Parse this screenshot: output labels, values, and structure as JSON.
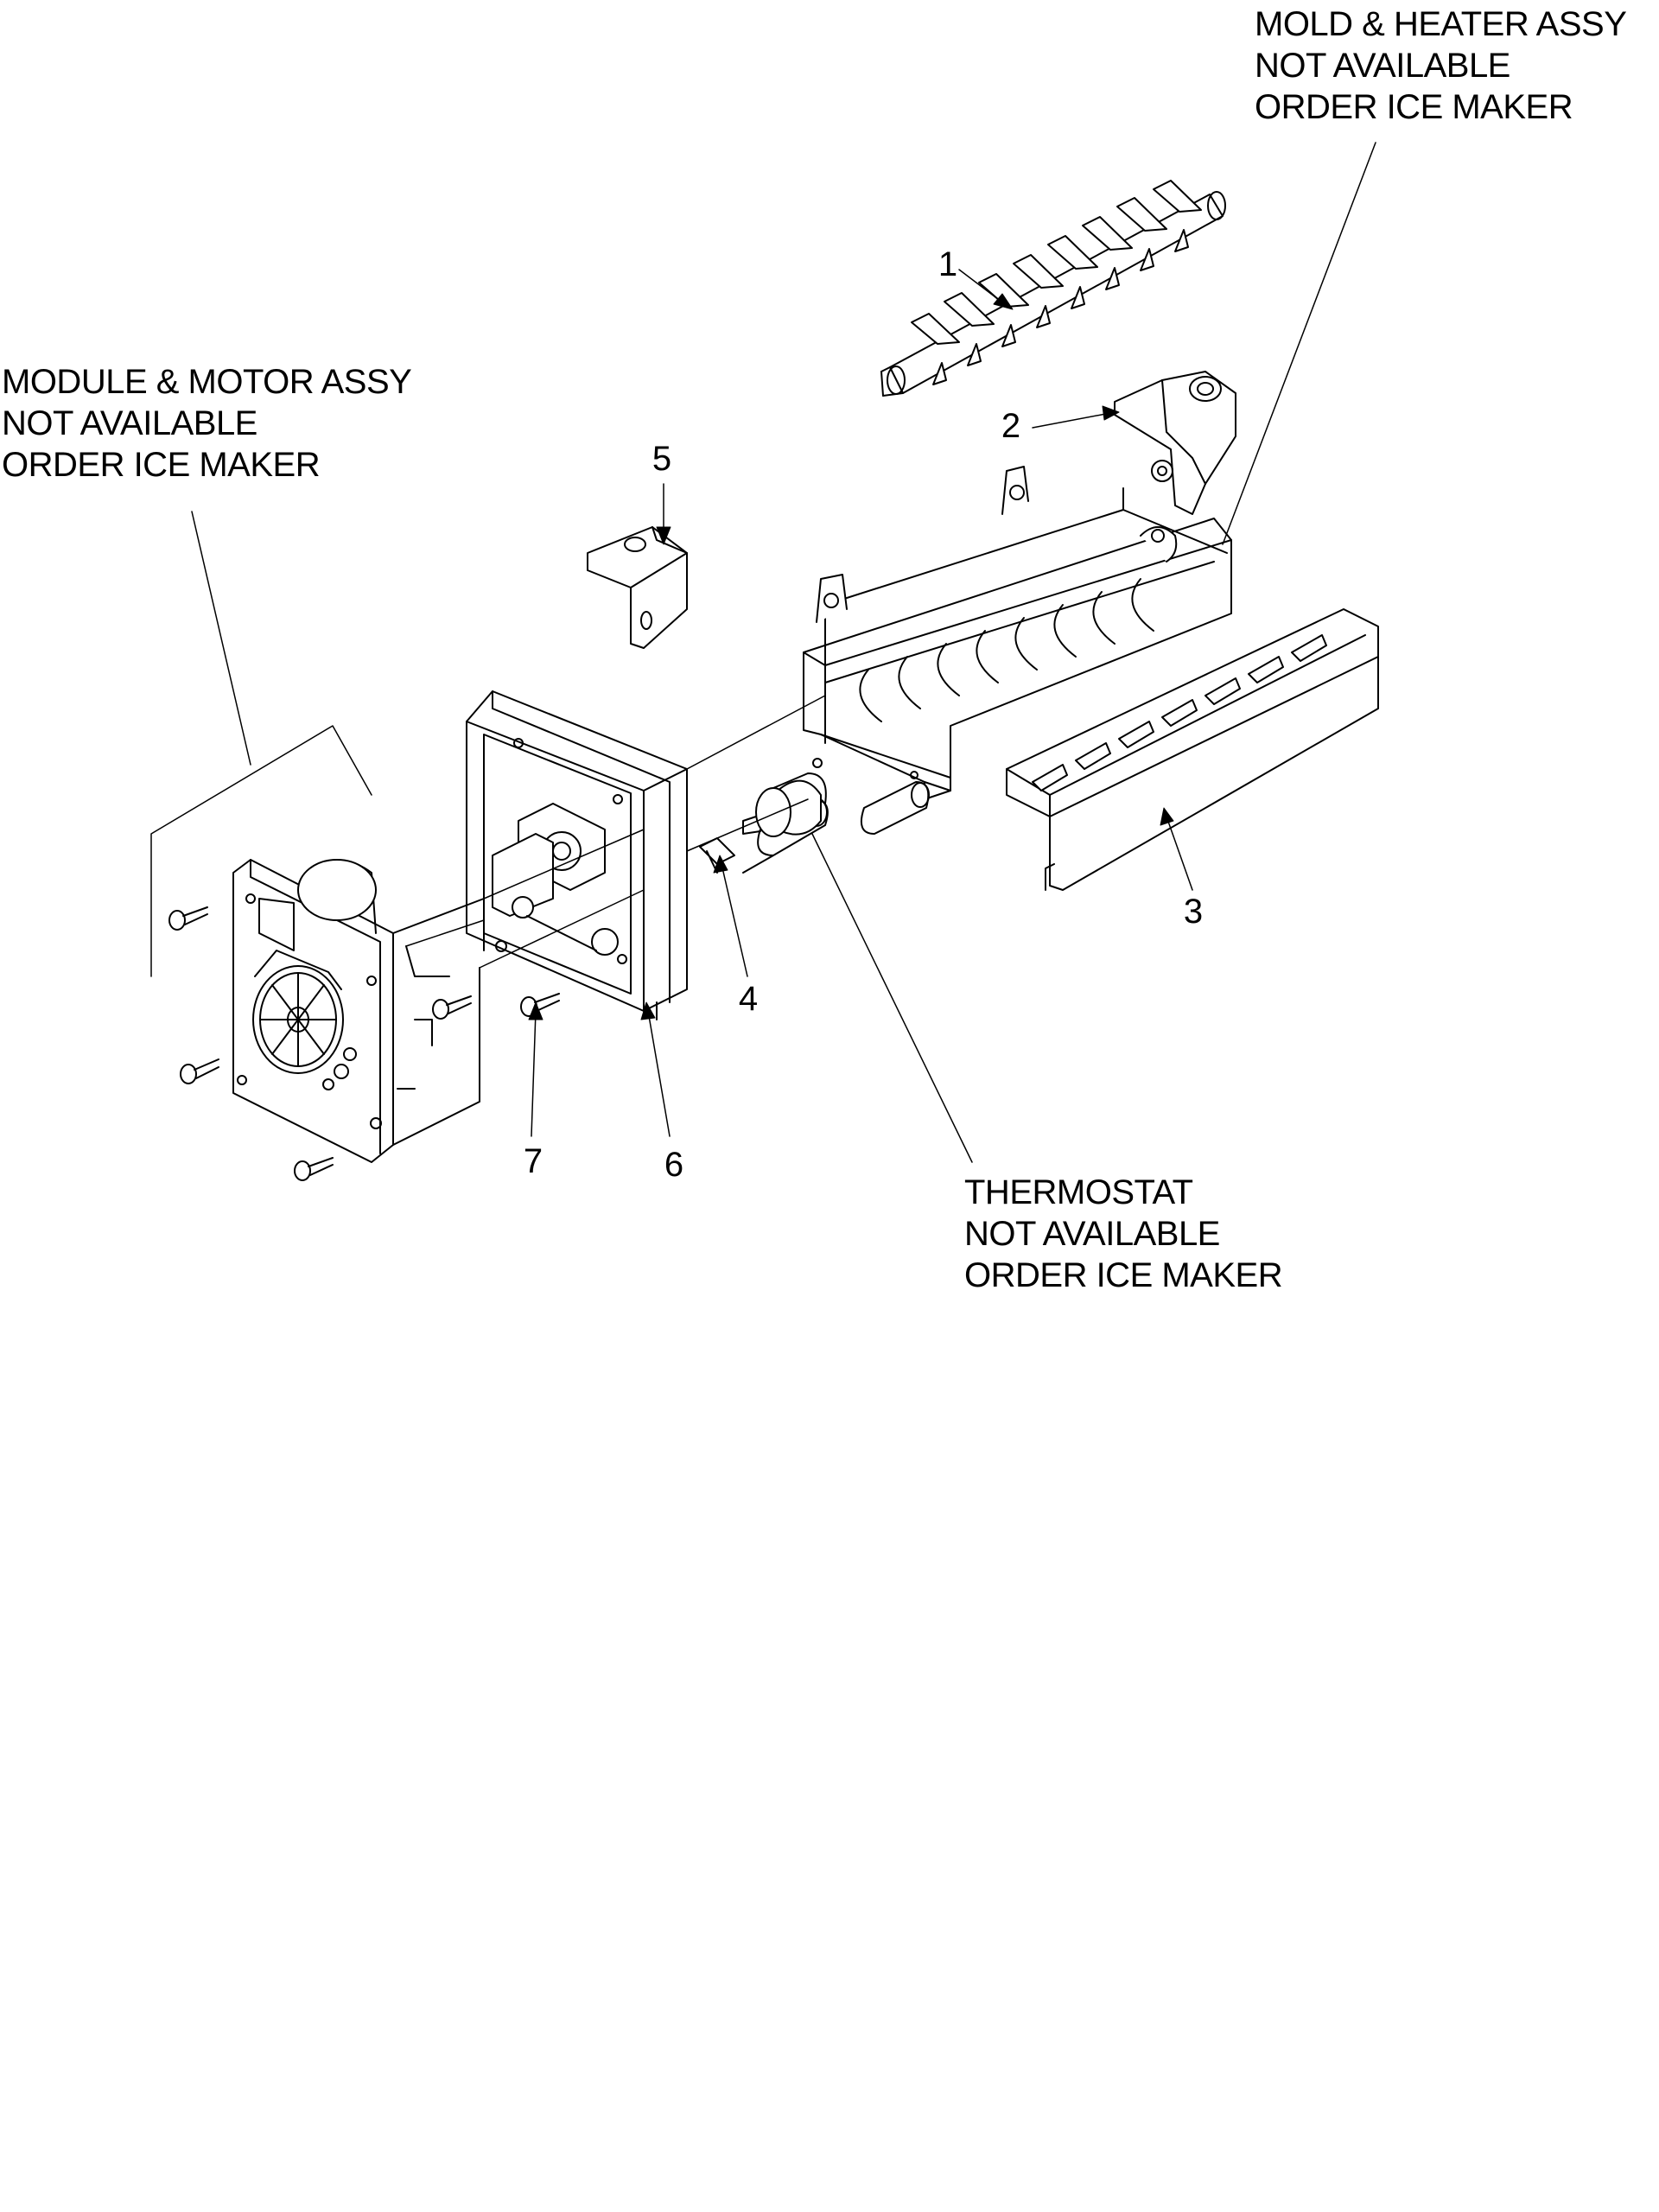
{
  "callouts": {
    "mold_heater": [
      "MOLD & HEATER ASSY",
      "NOT AVAILABLE",
      "ORDER ICE MAKER"
    ],
    "module_motor": [
      "MODULE & MOTOR ASSY",
      "NOT AVAILABLE",
      "ORDER ICE MAKER"
    ],
    "thermostat": [
      "THERMOSTAT",
      "NOT AVAILABLE",
      "ORDER ICE MAKER"
    ]
  },
  "part_numbers": {
    "p1": "1",
    "p2": "2",
    "p3": "3",
    "p4": "4",
    "p5": "5",
    "p6": "6",
    "p7": "7"
  }
}
